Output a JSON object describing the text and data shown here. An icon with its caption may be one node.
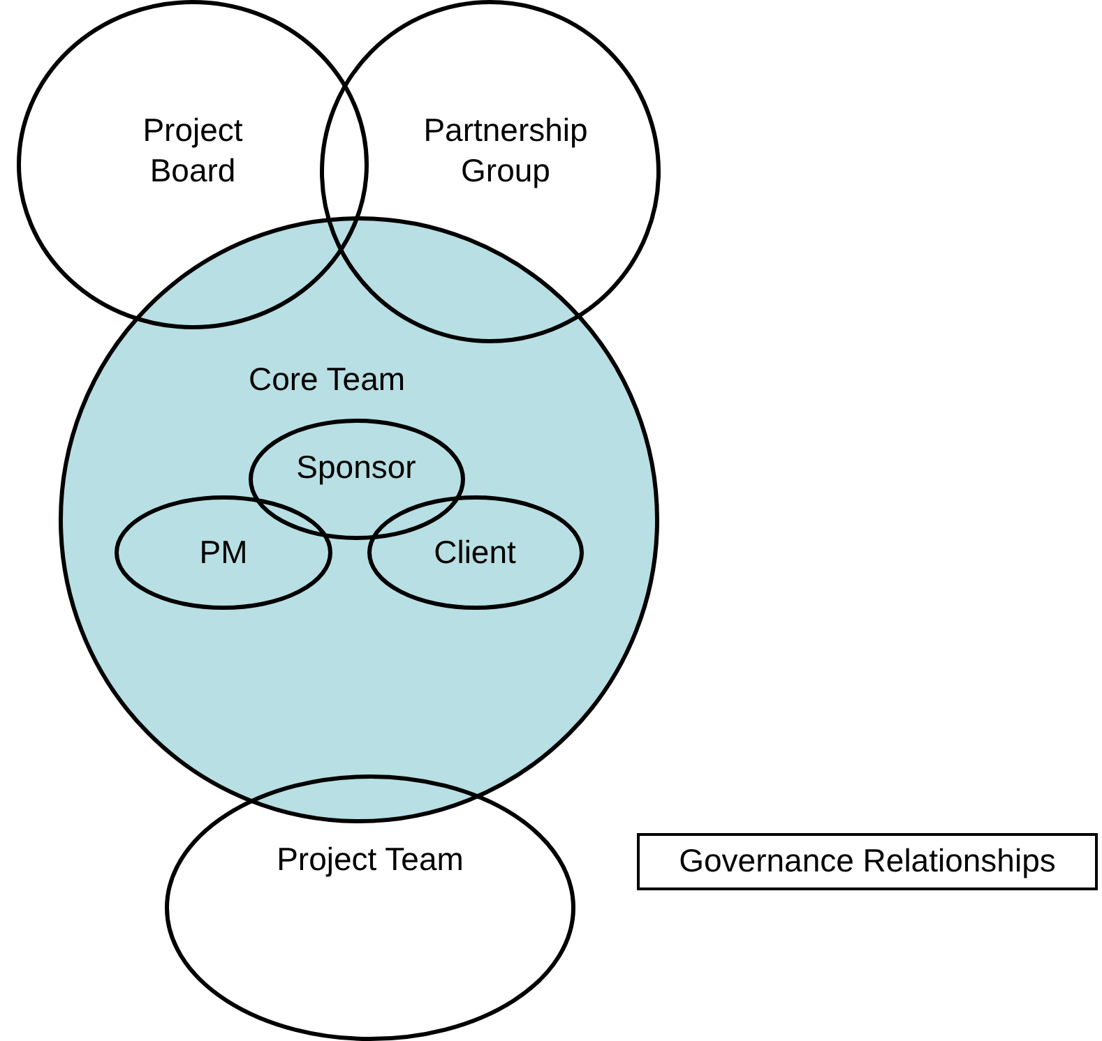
{
  "diagram": {
    "nodes": [
      {
        "text": [
          "Project Board"
        ]
      },
      {
        "text": [
          "Partnership Group"
        ]
      },
      {
        "text": [
          "Core Team"
        ]
      },
      {
        "text": [
          "Sponsor"
        ],
        "in": 2
      },
      {
        "text": [
          "PM"
        ],
        "in": 2
      },
      {
        "text": [
          "Client"
        ],
        "in": 2
      },
      {
        "text": [
          "Project Team"
        ]
      },
      {
        "text": [
          "Governance Relationships"
        ]
      }
    ]
  }
}
